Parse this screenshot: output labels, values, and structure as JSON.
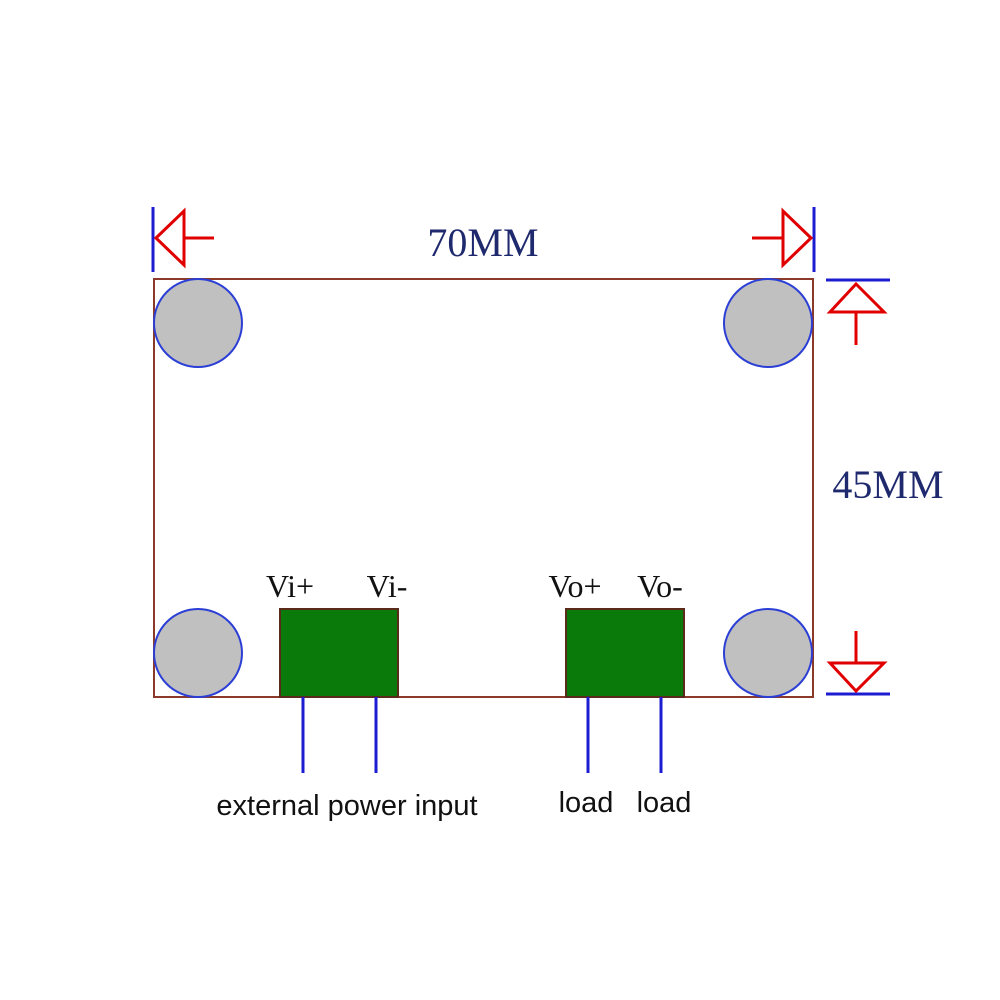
{
  "diagram": {
    "width_label": "70MM",
    "height_label": "45MM",
    "pins": {
      "vi_plus": "Vi+",
      "vi_minus": "Vi-",
      "vo_plus": "Vo+",
      "vo_minus": "Vo-"
    },
    "notes": {
      "input": "external power input",
      "load_1": "load",
      "load_2": "load"
    },
    "colors": {
      "board_outline": "#8b3a2a",
      "mount_hole_fill": "#c0c0c0",
      "mount_hole_stroke": "#2b3fd6",
      "terminal_fill": "#0a7a0a",
      "lead_line": "#1c1cd0",
      "dimension_arrow": "#e00000",
      "dimension_tick": "#1c1cd0",
      "dimension_text": "#1f2a6e"
    }
  }
}
